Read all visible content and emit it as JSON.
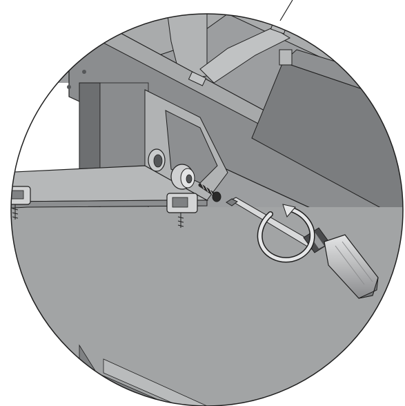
{
  "illustration": {
    "colors": {
      "background": "#ffffff",
      "outline": "#1f1f1f",
      "frame_dark": "#6f7173",
      "frame_mid": "#8d8f91",
      "frame_light": "#b5b7b8",
      "panel": "#a3a5a6",
      "panel_shadow": "#7a7c7e",
      "screwdriver_handle": "#c9cacb",
      "screwdriver_dark": "#4a4b4d",
      "screw": "#2a2a2a"
    },
    "parts": [
      "mounting-frame",
      "cross-brace",
      "spring-clip-left",
      "spring-clip-right",
      "plastic-spacer",
      "mounting-screw",
      "screwdriver"
    ]
  }
}
